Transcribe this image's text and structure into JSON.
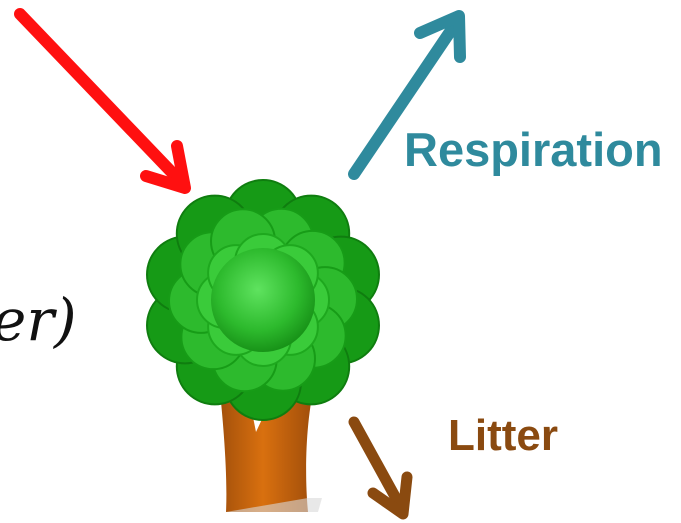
{
  "labels": {
    "respiration": "Respiration",
    "litter": "Litter",
    "partial_equation": "er)"
  },
  "colors": {
    "incoming_arrow": "#ff1010",
    "respiration": "#2f8a9d",
    "litter": "#8a4a10",
    "foliage": "#2dba2d",
    "foliage_dark": "#169a16",
    "trunk": "#c9650f",
    "trunk_dark": "#8a4008"
  },
  "icons": [
    "incoming-arrow",
    "respiration-arrow",
    "litter-arrow",
    "tree-icon"
  ]
}
